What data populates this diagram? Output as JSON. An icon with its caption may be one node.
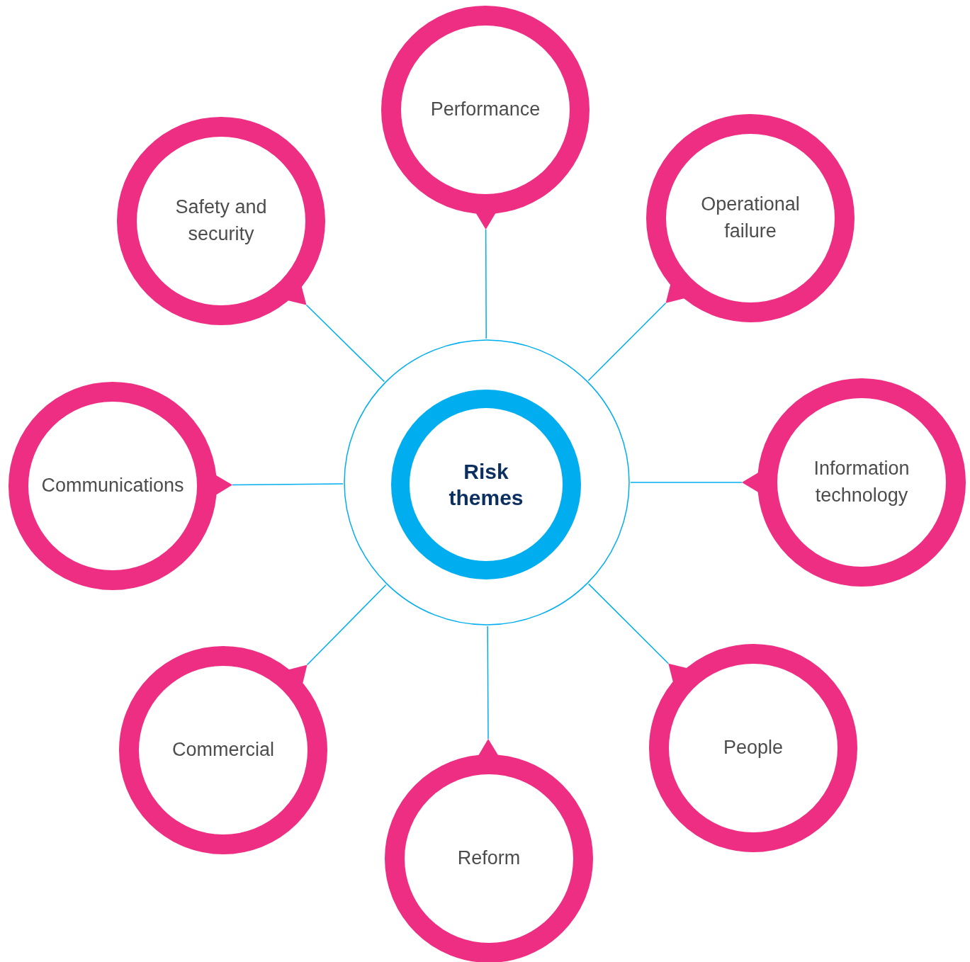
{
  "diagram": {
    "nodes": [
      {
        "text": [],
        "shape": "circle"
      },
      {
        "text": [
          "Risk themes"
        ],
        "in": 0
      },
      {
        "text": [
          "Performance"
        ]
      },
      {
        "text": [
          "Safety and security"
        ]
      },
      {
        "text": [
          "Operational failure"
        ]
      },
      {
        "text": [
          "Communications"
        ]
      },
      {
        "text": [
          "Information technology"
        ]
      },
      {
        "text": [
          "Commercial"
        ]
      },
      {
        "text": [
          "Reform"
        ]
      },
      {
        "text": [
          "People"
        ]
      }
    ],
    "edges": [
      {
        "from": 0,
        "to": 2,
        "arrow": "none"
      },
      {
        "from": 0,
        "to": 3,
        "arrow": "none"
      },
      {
        "from": 0,
        "to": 4,
        "arrow": "none"
      },
      {
        "from": 0,
        "to": 5,
        "arrow": "none"
      },
      {
        "from": 0,
        "to": 6,
        "arrow": "none"
      },
      {
        "from": 0,
        "to": 7,
        "arrow": "none"
      },
      {
        "from": 0,
        "to": 8,
        "arrow": "none"
      },
      {
        "from": 0,
        "to": 9,
        "arrow": "none"
      }
    ]
  }
}
